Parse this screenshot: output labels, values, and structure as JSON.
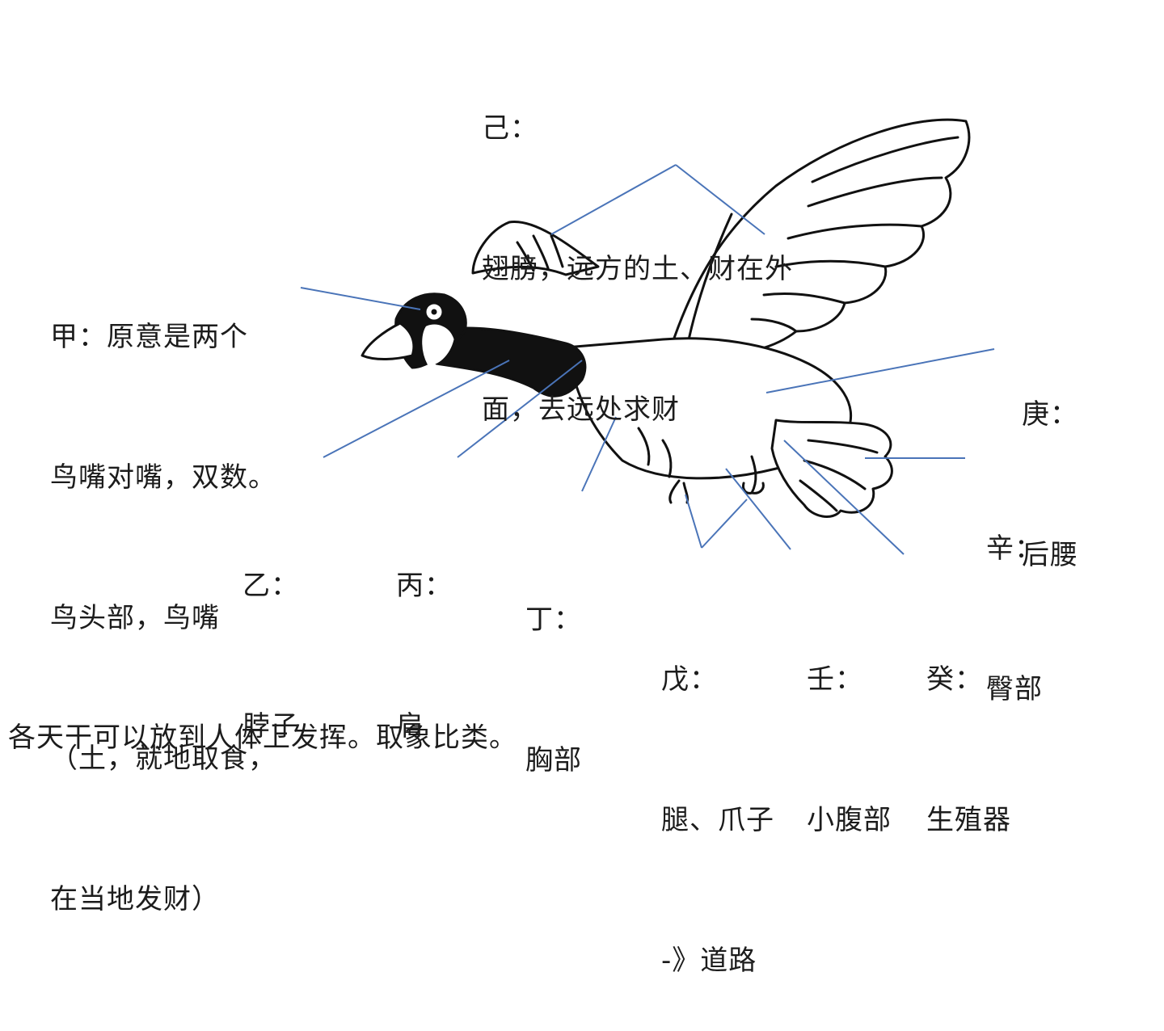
{
  "labels": {
    "ji": {
      "title": "己：",
      "lines": [
        "翅膀，远方的土、财在外",
        "面，去远处求财"
      ]
    },
    "jia": {
      "lines": [
        "甲：原意是两个",
        "鸟嘴对嘴，双数。",
        "鸟头部，鸟嘴",
        "（土，就地取食，",
        "在当地发财）"
      ]
    },
    "yi": {
      "title": "乙：",
      "lines": [
        "脖子"
      ]
    },
    "bing": {
      "title": "丙：",
      "lines": [
        "肩"
      ]
    },
    "ding": {
      "title": "丁：",
      "lines": [
        "胸部"
      ]
    },
    "wu": {
      "title": "戊：",
      "lines": [
        "腿、爪子",
        "-》道路"
      ]
    },
    "ren": {
      "title": "壬：",
      "lines": [
        "小腹部"
      ]
    },
    "gui": {
      "title": "癸：",
      "lines": [
        "生殖器"
      ]
    },
    "geng": {
      "title": "庚：",
      "lines": [
        "后腰"
      ]
    },
    "xin": {
      "title": "辛：",
      "lines": [
        "臀部"
      ]
    }
  },
  "caption": "各天干可以放到人体上发挥。取象比类。",
  "colors": {
    "leader_line": "#4a74b8",
    "ink": "#111111"
  },
  "icons": [
    "goose-illustration"
  ]
}
